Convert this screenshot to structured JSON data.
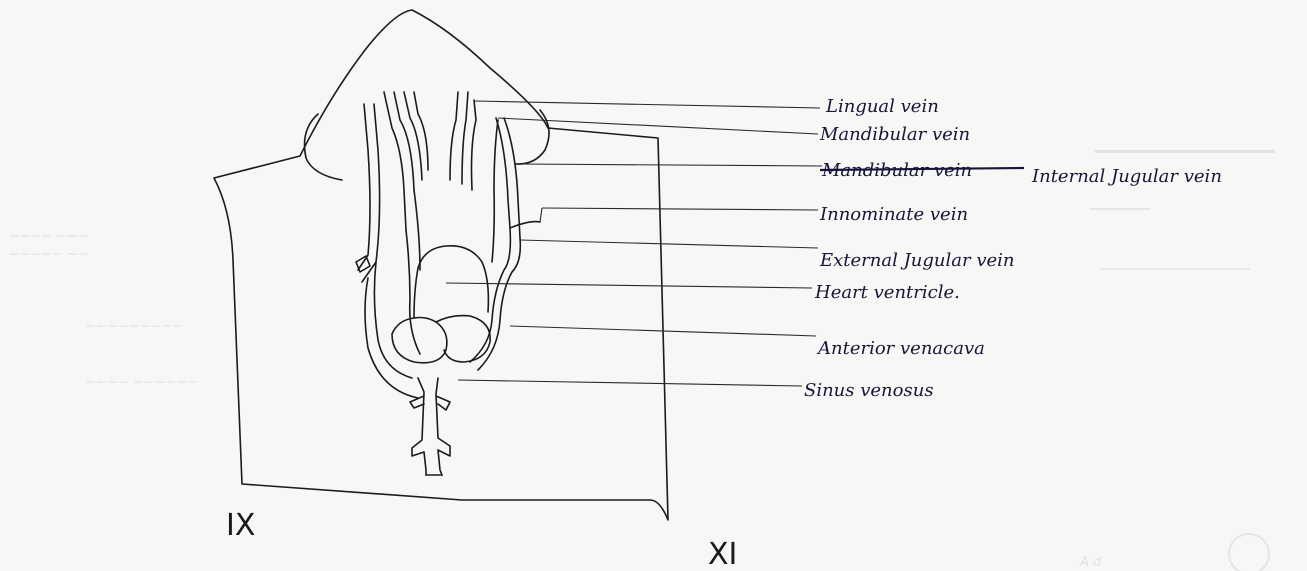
{
  "labels": [
    {
      "id": "lingual",
      "text": "Lingual vein"
    },
    {
      "id": "mandibular",
      "text": "Mandibular vein"
    },
    {
      "id": "ij_struck",
      "text": "Mandibular vein",
      "struck": true,
      "replacement": "Internal Jugular vein"
    },
    {
      "id": "innominate",
      "text": "Innominate vein"
    },
    {
      "id": "external_jugular",
      "text": "External Jugular vein"
    },
    {
      "id": "ventricle",
      "text": "Heart ventricle."
    },
    {
      "id": "anterior_vc",
      "text": "Anterior venacava"
    },
    {
      "id": "sinus",
      "text": "Sinus venosus"
    }
  ],
  "figure_numbers": {
    "left": "IX",
    "center": "XI"
  }
}
